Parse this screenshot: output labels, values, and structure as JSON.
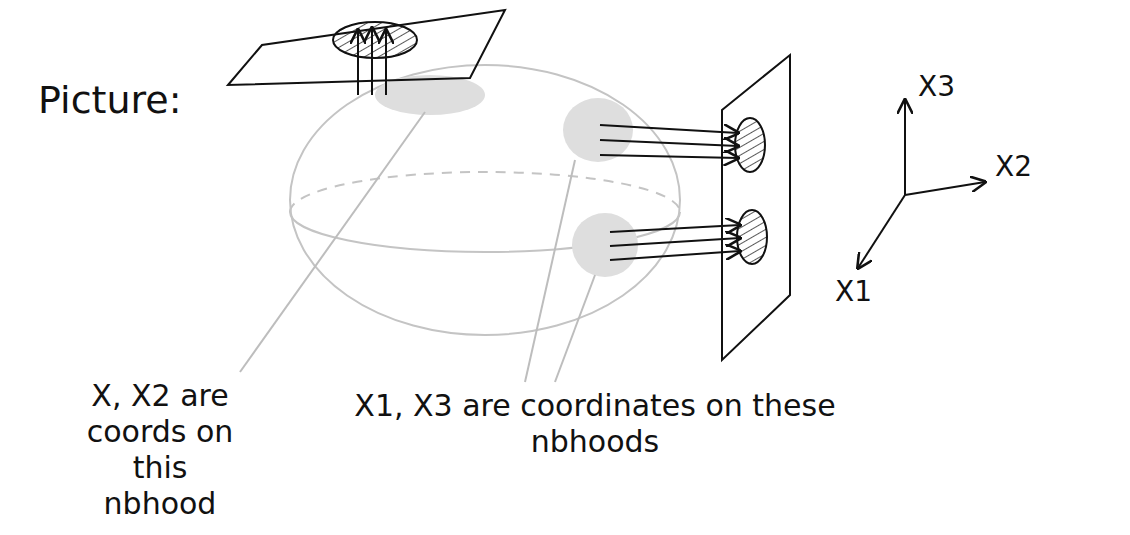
{
  "diagram": {
    "labels": [
      "Picture:",
      "X3",
      "X2",
      "X1",
      "X, X2 are coords on this nbhood",
      "X1, X3 are coordinates on these nbhoods"
    ]
  }
}
